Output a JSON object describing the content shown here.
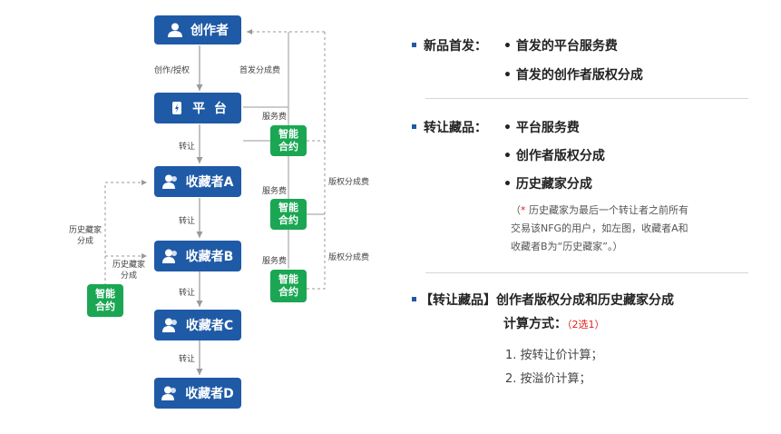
{
  "diagram": {
    "nodes": {
      "creator": "创作者",
      "platform": "平  台",
      "collector_a": "收藏者A",
      "collector_b": "收藏者B",
      "collector_c": "收藏者C",
      "collector_d": "收藏者D"
    },
    "smart_contract": [
      "智能",
      "合约"
    ],
    "edge_labels": {
      "create_authorize": "创作/授权",
      "transfer": "转让",
      "first_sale_fee": "首发分成费",
      "service_fee": "服务费",
      "copyright_fee": "版权分成费",
      "history_split": [
        "历史藏家",
        "分成"
      ]
    }
  },
  "panel": {
    "section1": {
      "title": "新品首发：",
      "items": [
        "首发的平台服务费",
        "首发的创作者版权分成"
      ]
    },
    "section2": {
      "title": "转让藏品：",
      "items": [
        "平台服务费",
        "创作者版权分成",
        "历史藏家分成"
      ],
      "note_star": "*",
      "note_lines": [
        "历史藏家为最后一个转让者之前所有",
        "交易该NFG的用户，如左图，收藏者A和",
        "收藏者B为“历史藏家”。）"
      ],
      "note_open": "（"
    },
    "section3": {
      "title_line1": "【转让藏品】创作者版权分成和历史藏家分成",
      "title_line2": "计算方式：",
      "choose_note": "（2选1）",
      "methods": [
        "1. 按转让价计算；",
        "2. 按溢价计算；"
      ]
    },
    "bullet": "•",
    "colors": {
      "node_blue": "#1f5aa6",
      "contract_green": "#1aa653",
      "arrow_gray": "#999999",
      "note_red": "#e02020"
    }
  }
}
